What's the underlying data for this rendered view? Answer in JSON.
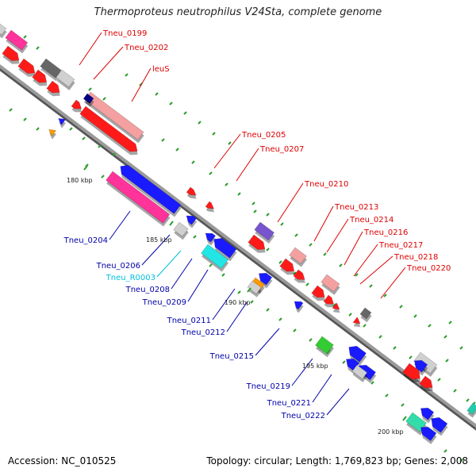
{
  "title": "Thermoproteus neutrophilus V24Sta, complete genome",
  "footer": {
    "accession": "Accession: NC_010525",
    "summary": "Topology: circular; Length: 1,769,823 bp; Genes: 2,008"
  },
  "colors": {
    "forward_protein": "#ff0000",
    "reverse_protein": "#0000ff",
    "rna": "#00bfbf",
    "backbone": "#888888"
  },
  "ticks": [
    {
      "id": "180",
      "label": "180 kbp"
    },
    {
      "id": "185",
      "label": "185 kbp"
    },
    {
      "id": "190",
      "label": "190 kbp"
    },
    {
      "id": "195",
      "label": "195 kbp"
    },
    {
      "id": "200",
      "label": "200 kbp"
    }
  ],
  "labels": [
    {
      "id": "tneu_0199",
      "text": "Tneu_0199",
      "color": "#dd0000"
    },
    {
      "id": "tneu_0202",
      "text": "Tneu_0202",
      "color": "#dd0000"
    },
    {
      "id": "leus",
      "text": "leuS",
      "color": "#dd0000"
    },
    {
      "id": "tneu_0205",
      "text": "Tneu_0205",
      "color": "#dd0000"
    },
    {
      "id": "tneu_0207",
      "text": "Tneu_0207",
      "color": "#dd0000"
    },
    {
      "id": "tneu_0210",
      "text": "Tneu_0210",
      "color": "#dd0000"
    },
    {
      "id": "tneu_0213",
      "text": "Tneu_0213",
      "color": "#dd0000"
    },
    {
      "id": "tneu_0214",
      "text": "Tneu_0214",
      "color": "#dd0000"
    },
    {
      "id": "tneu_0216",
      "text": "Tneu_0216",
      "color": "#dd0000"
    },
    {
      "id": "tneu_0217",
      "text": "Tneu_0217",
      "color": "#dd0000"
    },
    {
      "id": "tneu_0218",
      "text": "Tneu_0218",
      "color": "#dd0000"
    },
    {
      "id": "tneu_0220",
      "text": "Tneu_0220",
      "color": "#dd0000"
    },
    {
      "id": "tneu_0204",
      "text": "Tneu_0204",
      "color": "#0000aa"
    },
    {
      "id": "tneu_0206",
      "text": "Tneu_0206",
      "color": "#0000aa"
    },
    {
      "id": "tneu_r0003",
      "text": "Tneu_R0003",
      "color": "#00bfdf"
    },
    {
      "id": "tneu_0208",
      "text": "Tneu_0208",
      "color": "#0000aa"
    },
    {
      "id": "tneu_0209",
      "text": "Tneu_0209",
      "color": "#0000aa"
    },
    {
      "id": "tneu_0211",
      "text": "Tneu_0211",
      "color": "#0000aa"
    },
    {
      "id": "tneu_0212",
      "text": "Tneu_0212",
      "color": "#0000aa"
    },
    {
      "id": "tneu_0215",
      "text": "Tneu_0215",
      "color": "#0000aa"
    },
    {
      "id": "tneu_0219",
      "text": "Tneu_0219",
      "color": "#0000aa"
    },
    {
      "id": "tneu_0221",
      "text": "Tneu_0221",
      "color": "#0000aa"
    },
    {
      "id": "tneu_0222",
      "text": "Tneu_0222",
      "color": "#0000aa"
    }
  ]
}
